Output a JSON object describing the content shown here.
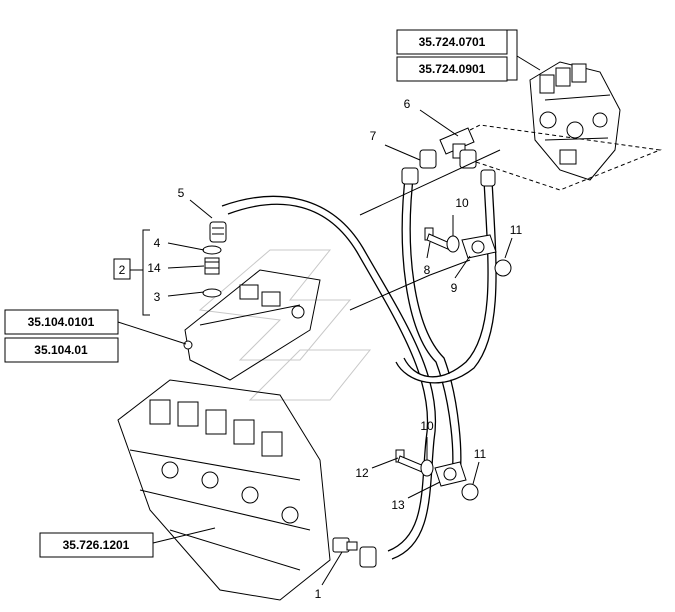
{
  "references": {
    "top_right_1": "35.724.0701",
    "top_right_2": "35.724.0901",
    "left_1": "35.104.0101",
    "left_2": "35.104.01",
    "bottom_left": "35.726.1201"
  },
  "group_label": "2",
  "callouts": {
    "c1": "1",
    "c3": "3",
    "c4": "4",
    "c5": "5",
    "c6": "6",
    "c7": "7",
    "c8": "8",
    "c9": "9",
    "c10a": "10",
    "c10b": "10",
    "c11a": "11",
    "c11b": "11",
    "c12": "12",
    "c13": "13",
    "c14": "14"
  }
}
